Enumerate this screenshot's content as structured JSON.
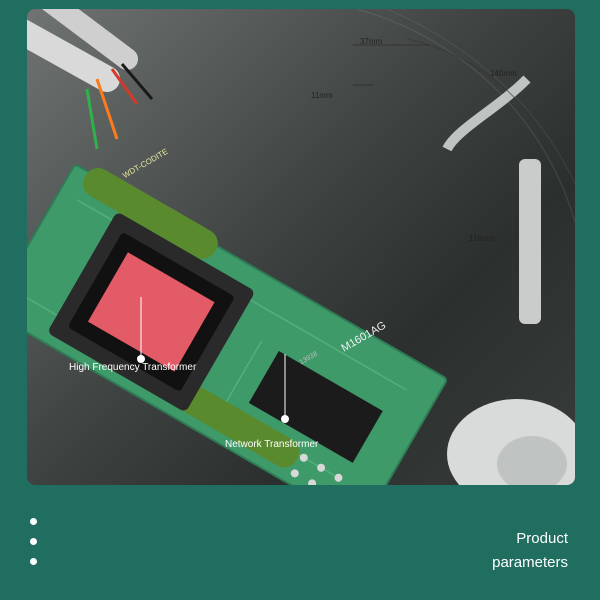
{
  "labels": {
    "high_frequency_transformer": "High Frequency Transformer",
    "network_transformer": "Network Transformer"
  },
  "dimensions": {
    "d1": "37mm",
    "d2": "11mm",
    "d3": "140mm",
    "d4": "116mm"
  },
  "chip": {
    "part": "M1601AG",
    "code": "13938"
  },
  "board_print": {
    "capacitor_brand": "WDT-CODITE"
  },
  "footer": {
    "line1": "Product",
    "line2": "parameters"
  },
  "colors": {
    "background": "#1f6e60",
    "pcb": "#3f9a6a",
    "capacitor": "#5a8a2e",
    "transformer_core": "#e25b67"
  }
}
